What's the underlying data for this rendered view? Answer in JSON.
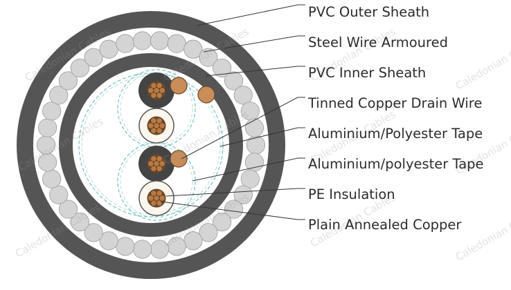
{
  "labels": {
    "outer_sheath": "PVC Outer Sheath",
    "armour": "Steel Wire Armoured",
    "inner_sheath": "PVC Inner Sheath",
    "drain_wire": "Tinned Copper Drain Wire",
    "overall_screen": "Aluminium/Polyester Tape",
    "pair_screen": "Aluminium/polyester Tape",
    "insulation": "PE Insulation",
    "conductor": "Plain Annealed Copper"
  },
  "watermark": "Caledonian Cables",
  "colors": {
    "outer_sheath": "#555555",
    "armour_wire": "#d4d4d4",
    "inner_sheath": "#555555",
    "screen_dash": "#7fc4c4",
    "copper": "#b87a45",
    "drain_wire": "#c98d5a",
    "insulation_dark": "#444444",
    "insulation_light": "#fbf6ee",
    "leader_line": "#333333"
  }
}
